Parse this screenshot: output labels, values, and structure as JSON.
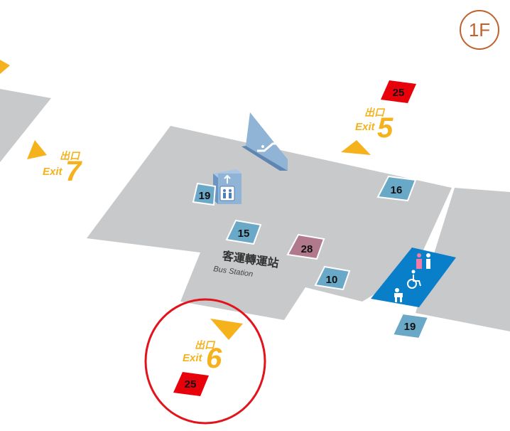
{
  "floor": {
    "label": "1F",
    "color": "#c0622d"
  },
  "station": {
    "name_cn": "客運轉運站",
    "name_en": "Bus Station"
  },
  "exits": [
    {
      "id": "exit-7",
      "cn": "出口",
      "en": "Exit",
      "number": "7"
    },
    {
      "id": "exit-5",
      "cn": "出口",
      "en": "Exit",
      "number": "5"
    },
    {
      "id": "exit-6",
      "cn": "出口",
      "en": "Exit",
      "number": "6"
    }
  ],
  "shops": [
    {
      "id": "shop-25-top",
      "label": "25",
      "color": "#e8000b"
    },
    {
      "id": "shop-16",
      "label": "16",
      "color": "#6aa8c8"
    },
    {
      "id": "shop-19-left",
      "label": "19",
      "color": "#6aa8c8"
    },
    {
      "id": "shop-15",
      "label": "15",
      "color": "#6aa8c8"
    },
    {
      "id": "shop-28",
      "label": "28",
      "color": "#b07a8c"
    },
    {
      "id": "shop-10",
      "label": "10",
      "color": "#6aa8c8"
    },
    {
      "id": "shop-19-right",
      "label": "19",
      "color": "#6aa8c8"
    },
    {
      "id": "shop-25-bottom",
      "label": "25",
      "color": "#e8000b"
    }
  ],
  "colors": {
    "floor": "#c8c9cb",
    "exit": "#f5b21d",
    "shop_blue": "#6aa8c8",
    "shop_red": "#e8000b",
    "restroom": "#0a7fc9",
    "highlight_circle": "#e3131b"
  },
  "icons": [
    "escalator-icon",
    "elevator-icon",
    "restroom-icon",
    "wheelchair-icon",
    "baby-care-icon"
  ]
}
